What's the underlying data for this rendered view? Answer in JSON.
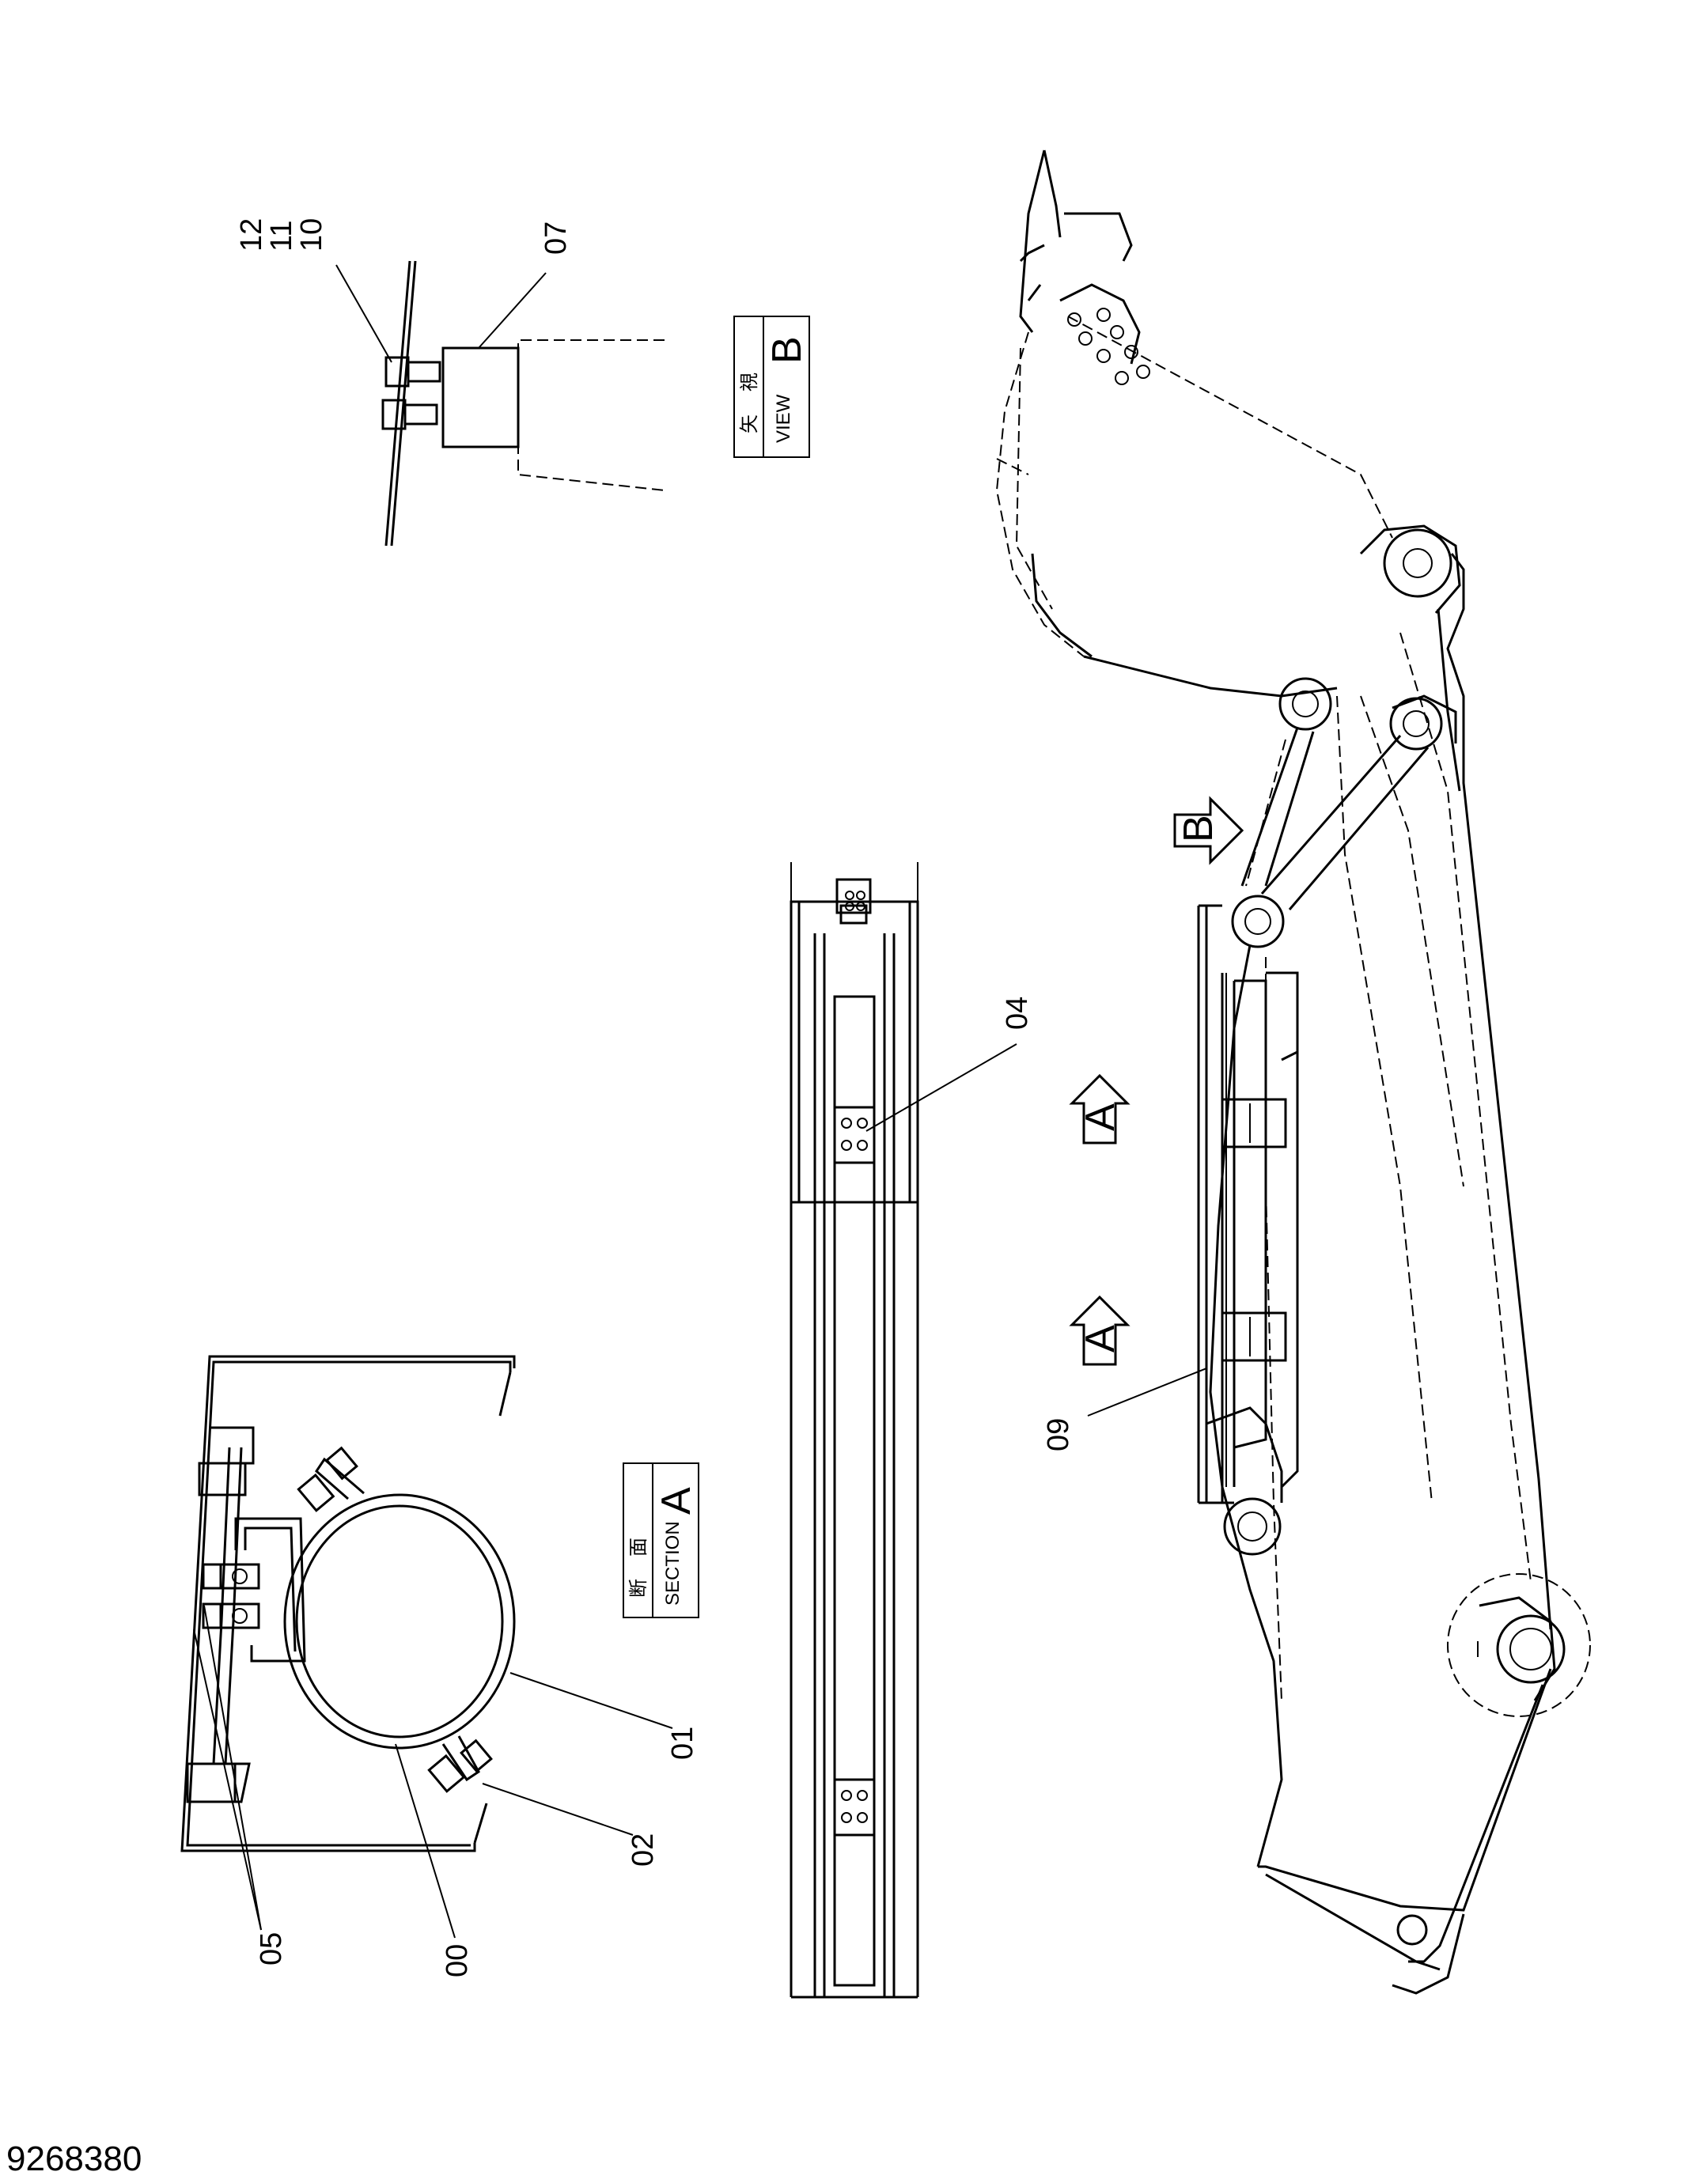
{
  "labels": {
    "p12": "12",
    "p11": "11",
    "p10": "10",
    "p07": "07",
    "p04": "04",
    "p09": "09",
    "p01": "01",
    "p02": "02",
    "p05": "05",
    "p00": "00"
  },
  "view_b": {
    "kanji1": "矢",
    "kanji2": "視",
    "word": "VIEW",
    "letter": "B"
  },
  "section_a": {
    "kanji1": "断",
    "kanji2": "面",
    "word": "SECTION",
    "letter": "A"
  },
  "markers": {
    "a1": "A",
    "a2": "A",
    "b": "B"
  },
  "document_number": "9268380"
}
